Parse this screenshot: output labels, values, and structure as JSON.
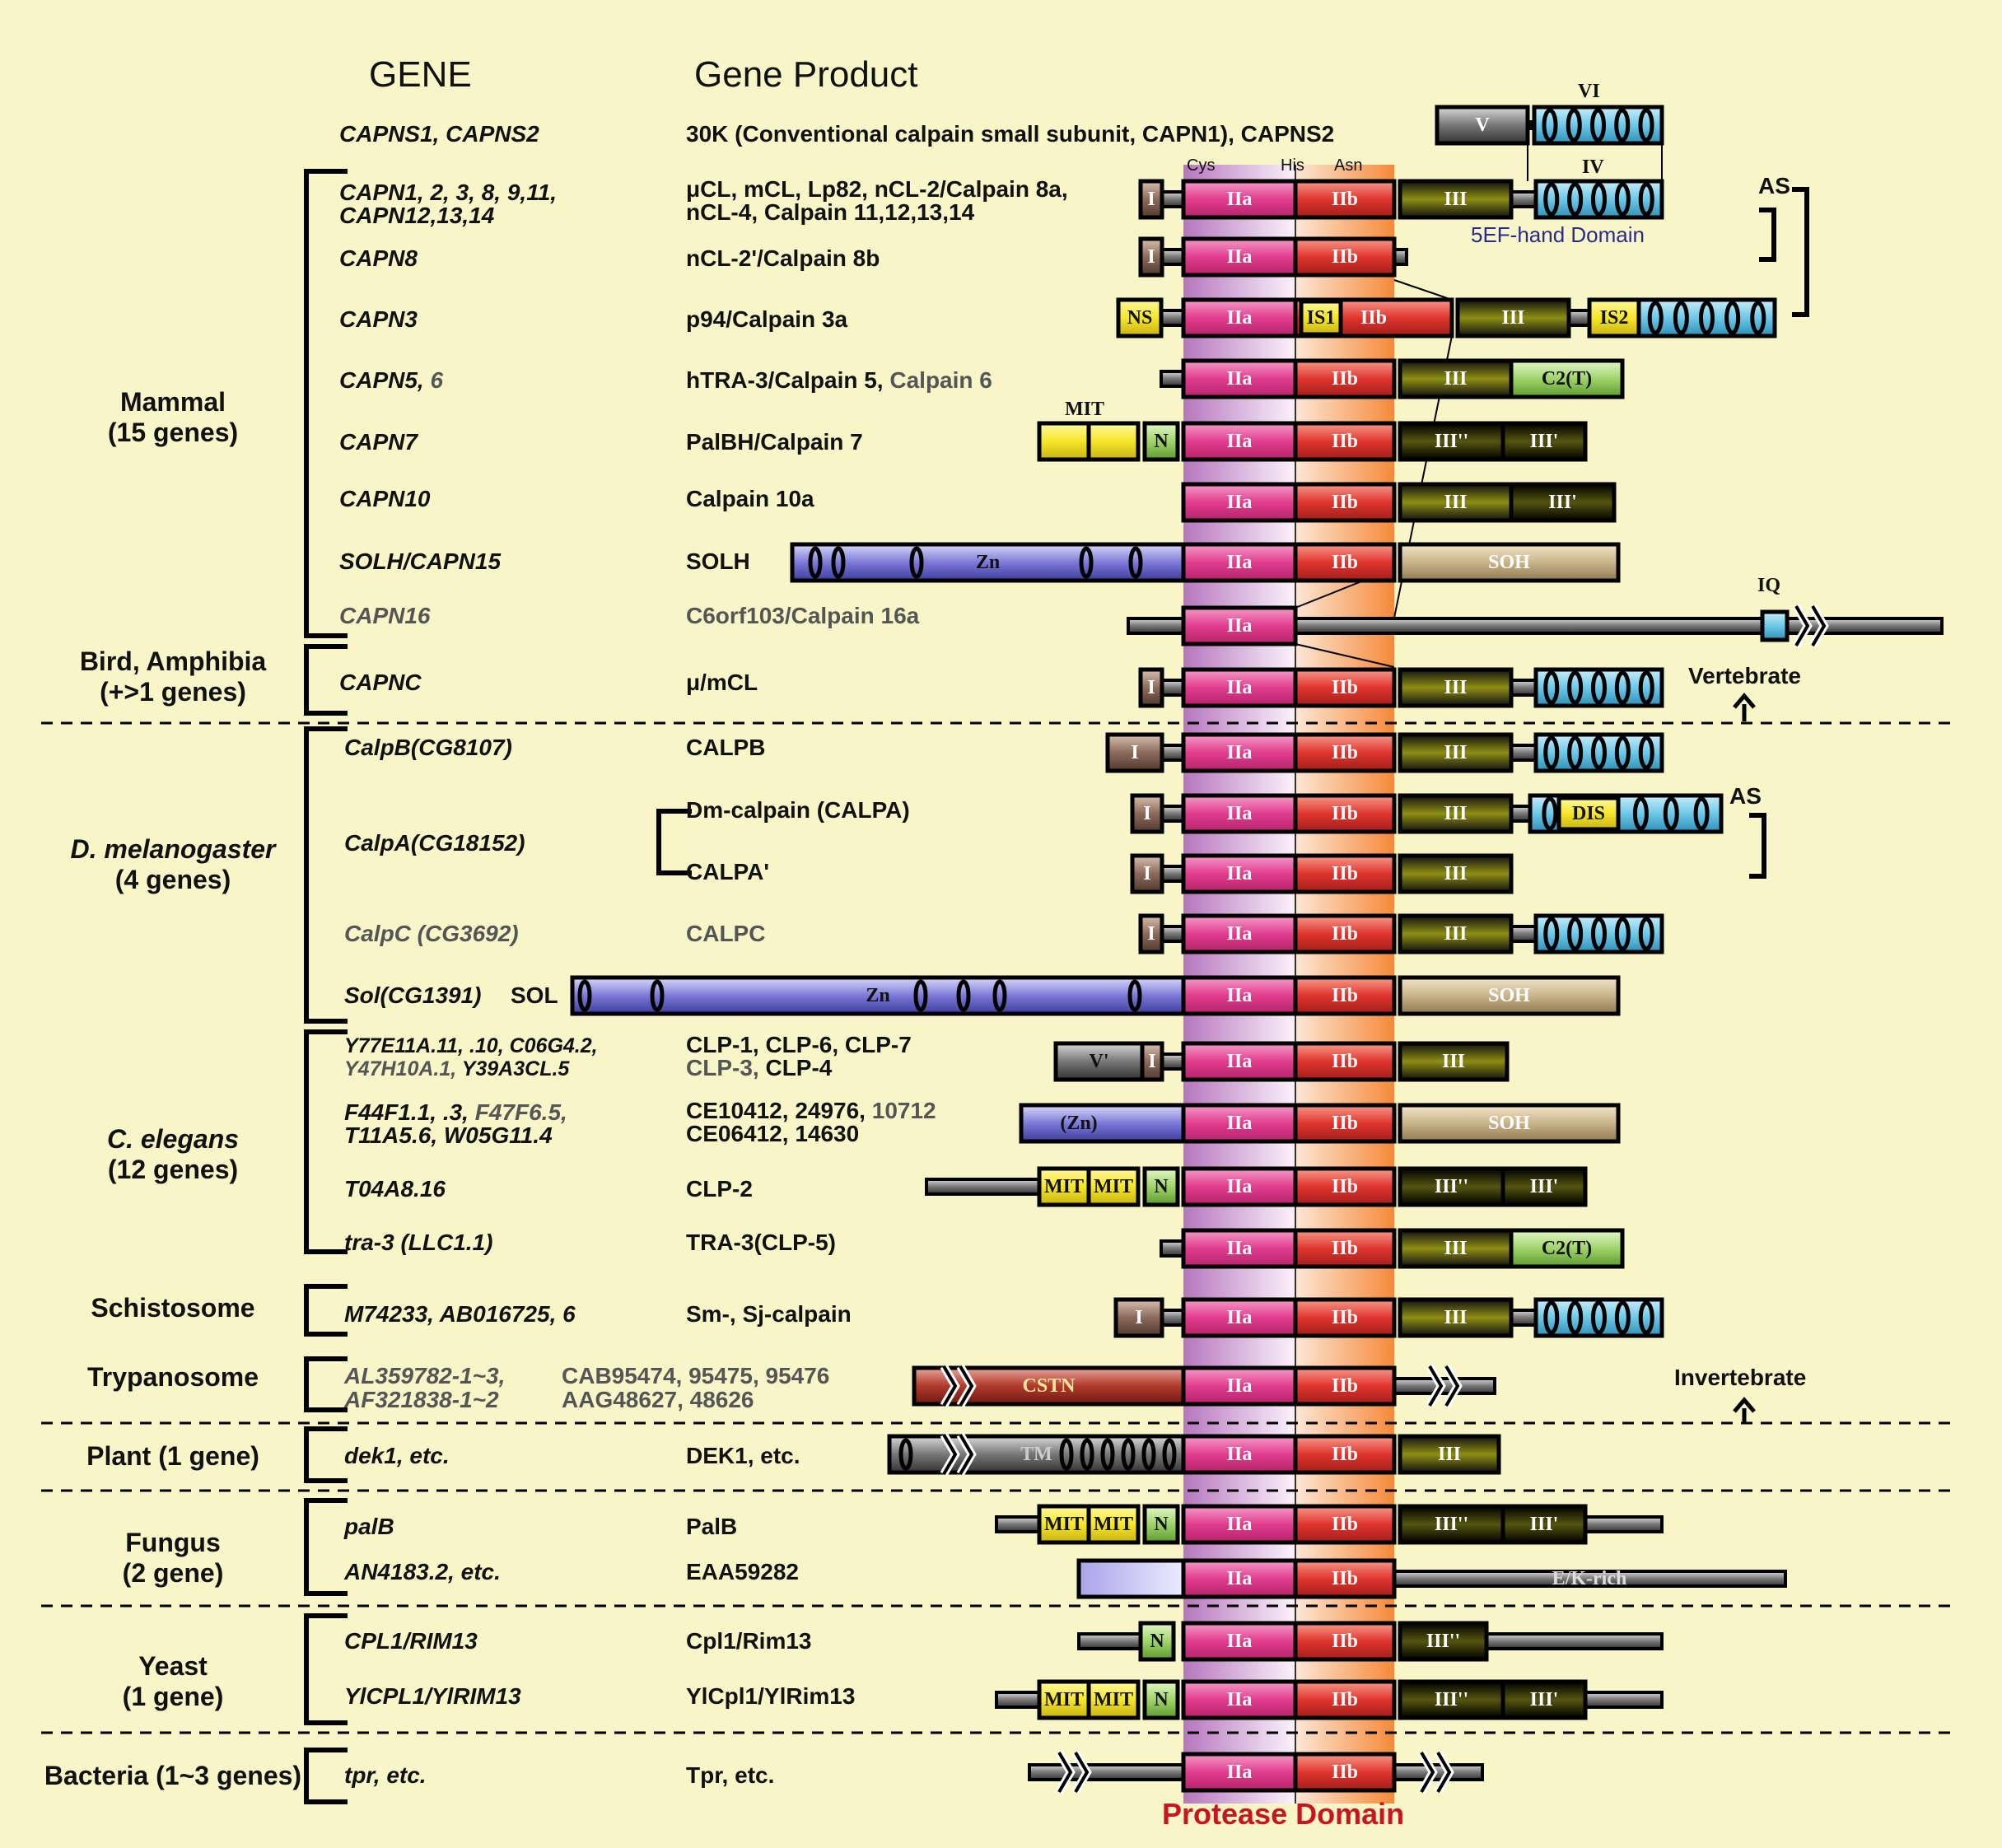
{
  "headers": {
    "gene": "GENE",
    "product": "Gene Product"
  },
  "groups": [
    {
      "line1": "Mammal",
      "line2": "(15 genes)"
    },
    {
      "line1": "Bird, Amphibia",
      "line2": "(+>1 genes)"
    },
    {
      "line1": "D. melanogaster",
      "line2": "(4 genes)",
      "italic": true
    },
    {
      "line1": "C. elegans",
      "line2": "(12 genes)",
      "italic": true
    },
    {
      "line1": "Schistosome",
      "line2": ""
    },
    {
      "line1": "Trypanosome",
      "line2": ""
    },
    {
      "line1": "Plant (1 gene)",
      "line2": ""
    },
    {
      "line1": "Fungus",
      "line2": "(2 gene)"
    },
    {
      "line1": "Yeast",
      "line2": "(1 gene)"
    },
    {
      "line1": "Bacteria (1~3 genes)",
      "line2": ""
    }
  ],
  "rows": [
    {
      "gene": "CAPNS1, CAPNS2",
      "product": "30K (Conventional calpain small subunit, CAPN1), CAPNS2"
    },
    {
      "gene": "CAPN1, 2, 3, 8, 9,11,",
      "gene2": "CAPN12,13,14",
      "product": "μCL, mCL, Lp82, nCL-2/Calpain 8a,",
      "product2": "nCL-4, Calpain 11,12,13,14"
    },
    {
      "gene": "CAPN8",
      "product": "nCL-2'/Calpain 8b"
    },
    {
      "gene": "CAPN3",
      "product": "p94/Calpain 3a"
    },
    {
      "gene": "CAPN5,",
      "gene_gray": "6",
      "product": "hTRA-3/Calpain 5,",
      "product_gray": "Calpain 6"
    },
    {
      "gene": "CAPN7",
      "product": "PalBH/Calpain 7"
    },
    {
      "gene": "CAPN10",
      "product": "Calpain 10a"
    },
    {
      "gene": "SOLH/CAPN15",
      "product": "SOLH"
    },
    {
      "gene_gray": "CAPN16",
      "product_gray": "C6orf103/Calpain 16a"
    },
    {
      "gene": "CAPNC",
      "product": "μ/mCL"
    },
    {
      "gene": "CalpB(CG8107)",
      "product": "CALPB"
    },
    {
      "gene": "CalpA(CG18152)",
      "product": "Dm-calpain (CALPA)",
      "product2": "CALPA'"
    },
    {
      "gene_gray": "CalpC (CG3692)",
      "product_gray": "CALPC"
    },
    {
      "gene": "Sol(CG1391)",
      "extra": "SOL",
      "product": ""
    },
    {
      "gene": "Y77E11A.11, .10, C06G4.2,",
      "gene2_gray": "Y47H10A.1,",
      "gene2": "Y39A3CL.5",
      "product": "CLP-1, CLP-6, CLP-7",
      "product2_gray": "CLP-3,",
      "product2": "CLP-4"
    },
    {
      "gene": "F44F1.1, .3,",
      "gene_gray": "F47F6.5,",
      "gene2": "T11A5.6, W05G11.4",
      "product": "CE10412, 24976,",
      "product_gray": "10712",
      "product2": "CE06412, 14630"
    },
    {
      "gene": "T04A8.16",
      "product": "CLP-2"
    },
    {
      "gene": "tra-3 (LLC1.1)",
      "product": "TRA-3(CLP-5)"
    },
    {
      "gene": "M74233, AB016725, 6",
      "product": "Sm-, Sj-calpain"
    },
    {
      "gene_gray": "AL359782-1~3,",
      "gene2_gray": "AF321838-1~2",
      "product_gray": "CAB95474, 95475, 95476",
      "product2_gray": "AAG48627, 48626"
    },
    {
      "gene": "dek1, etc.",
      "product": "DEK1, etc."
    },
    {
      "gene": "palB",
      "product": "PalB"
    },
    {
      "gene": "AN4183.2, etc.",
      "product": "EAA59282"
    },
    {
      "gene": "CPL1/RIM13",
      "product": "Cpl1/Rim13"
    },
    {
      "gene": "YlCPL1/YlRIM13",
      "product": "YlCpl1/YlRim13"
    },
    {
      "gene": "tpr, etc.",
      "product": "Tpr, etc."
    }
  ],
  "annotations": {
    "cys": "Cys",
    "his": "His",
    "asn": "Asn",
    "vi": "VI",
    "iv": "IV",
    "v": "V",
    "ef_hand": "5EF-hand Domain",
    "as1": "AS",
    "as2": "AS",
    "vertebrate": "Vertebrate",
    "invertebrate": "Invertebrate",
    "mit": "MIT",
    "iq": "IQ",
    "protease": "Protease Domain"
  },
  "domain_labels": {
    "I": "I",
    "IIa": "IIa",
    "IIb": "IIb",
    "III": "III",
    "IIIpp": "III''",
    "IIIp": "III'",
    "NS": "NS",
    "IS1": "IS1",
    "IS2": "IS2",
    "C2T": "C2(T)",
    "N": "N",
    "Zn": "Zn",
    "SOH": "SOH",
    "DIS": "DIS",
    "Vp": "V'",
    "pZn": "(Zn)",
    "MIT": "MIT",
    "CSTN": "CSTN",
    "TM": "TM",
    "EK": "E/K-rich"
  },
  "colors": {
    "pink": "#e23d8f",
    "red": "#e0352e",
    "purple_band": "#b878bf",
    "orange_band": "#f48a3a",
    "cyan": "#6ec8e8",
    "yellow": "#f5e62a",
    "olive": "#8e8e14",
    "green": "#9ed46a",
    "lavender": "#7c7ad8",
    "tan": "#c9b48a",
    "brown": "#8c6a5a",
    "gray": "#777777"
  }
}
